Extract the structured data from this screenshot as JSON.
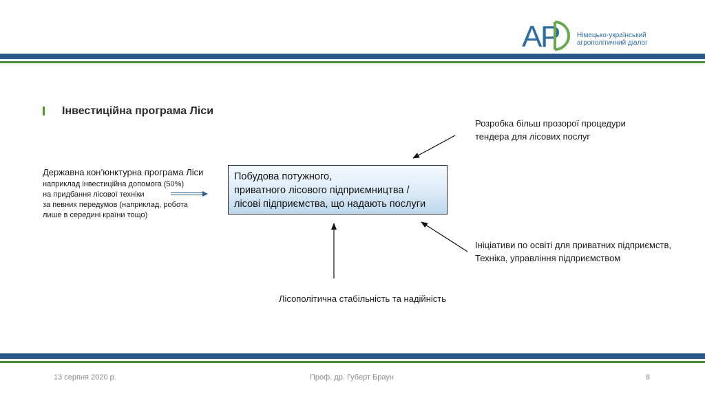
{
  "logo": {
    "mark_text": "APD",
    "text_line1": "Німецько-український",
    "text_line2": "агрополітичний діалог",
    "colors": {
      "blue": "#2e6da4",
      "green": "#6aa84f"
    }
  },
  "colors": {
    "stripe_blue": "#2a5a8c",
    "stripe_green": "#4a8c3a",
    "bullet": "#4a9a2e"
  },
  "heading": {
    "bullet": "I",
    "title": "Інвестиційна програма Ліси"
  },
  "left_block": {
    "title": "Державна кон’юнктурна програма Ліси",
    "lines": [
      "наприклад інвестиційна допомога (50%)",
      "на придбання лісової техніки",
      "за певних передумов (наприклад, робота",
      "лише в середині країни тощо)"
    ]
  },
  "center_box": {
    "lines": [
      "Побудова потужного,",
      "приватного лісового підприємництва /",
      "лісові підприємства, що надають послуги"
    ]
  },
  "top_right": {
    "lines": [
      "Розробка більш прозорої процедури",
      "тендера для лісових послуг"
    ]
  },
  "bottom_right": {
    "lines": [
      "Ініціативи по освіті для приватних підприємств,",
      "Техніка, управління підприємством"
    ]
  },
  "bottom_center": {
    "text": "Лісополітична стабільність та надійність"
  },
  "footer": {
    "date": "13 серпня 2020 р.",
    "author": "Проф. др. Губерт Браун",
    "page": "8"
  }
}
